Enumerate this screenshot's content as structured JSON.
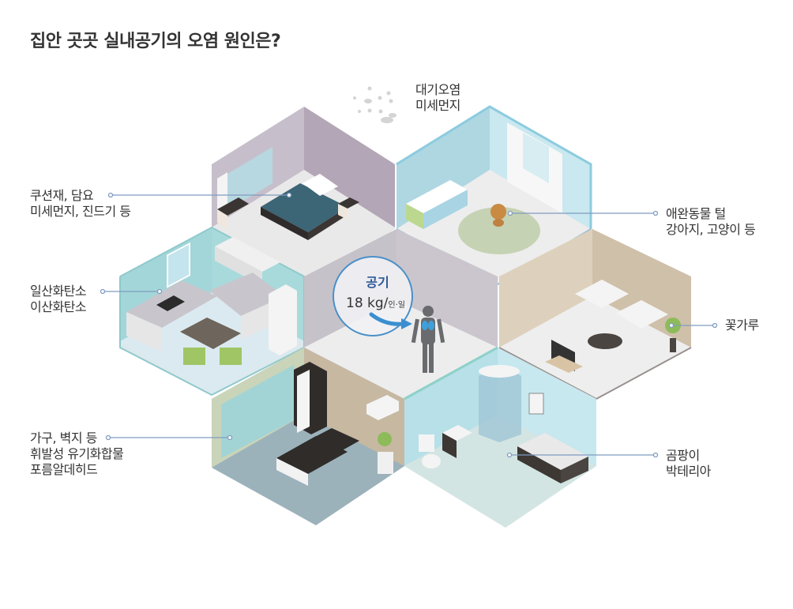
{
  "title": "집안 곳곳 실내공기의 오염 원인은?",
  "center": {
    "title": "공기",
    "value": "18 kg/",
    "unit": "인·일"
  },
  "labels": {
    "outdoor": [
      "대기오염",
      "미세먼지"
    ],
    "bedroom": [
      "쿠션재, 담요",
      "미세먼지, 진드기 등"
    ],
    "pet_room": [
      "애완동물 털",
      "강아지, 고양이 등"
    ],
    "kitchen": [
      "일산화탄소",
      "이산화탄소"
    ],
    "living_room": [
      "꽃가루"
    ],
    "office": [
      "가구, 벽지 등",
      "휘발성 유기화합물",
      "포름알데히드"
    ],
    "bathroom": [
      "곰팡이",
      "박테리아"
    ]
  },
  "colors": {
    "leader_line": "#7f9cc0",
    "bubble_border": "#4a90c8",
    "bubble_title": "#2e5a96",
    "bedroom_wall": "#b9adbd",
    "pet_wall": "#a9d6e2",
    "kitchen_wall": "#9fd3d5",
    "living_wall": "#d8ccb8",
    "office_floor": "#9fb6bf",
    "bathroom_wall": "#bde3ea",
    "center_wall": "#c9c4cc"
  }
}
